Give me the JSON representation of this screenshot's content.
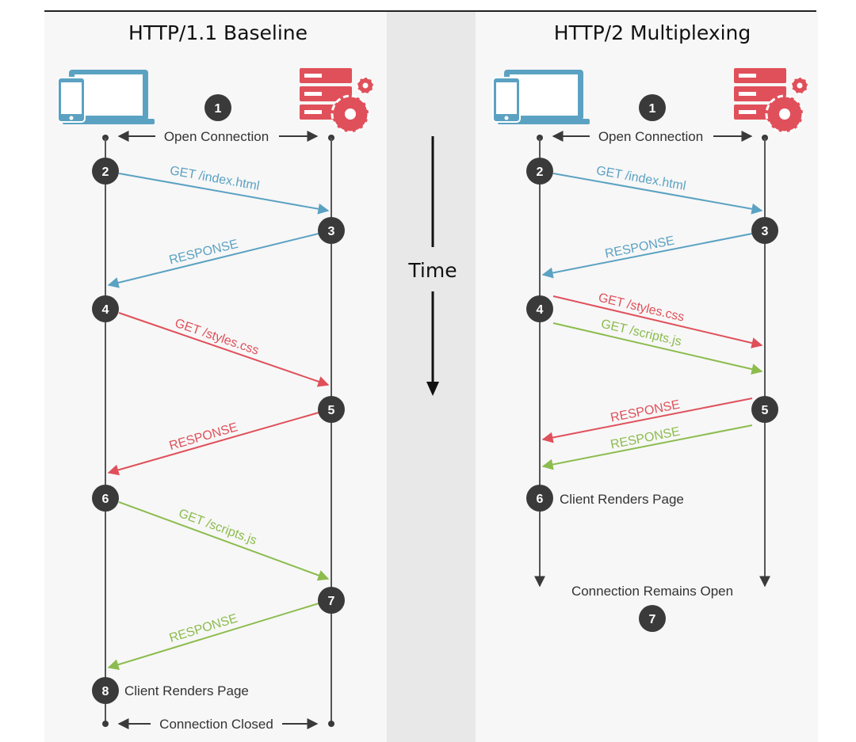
{
  "colors": {
    "blue": "#5ba2c2",
    "red": "#e0505a",
    "green": "#8cbc4e",
    "dark": "#3a3a3a",
    "panel": "#f7f7f7",
    "middle": "#e8e8e8",
    "device": "#5ba2c2",
    "server": "#e0505a"
  },
  "time_label": "Time",
  "panels": [
    {
      "title": "HTTP/1.1 Baseline",
      "client_icon": "laptop-phone-icon",
      "server_icon": "server-gear-icon",
      "open_label": "Open Connection",
      "end_label": "Connection Closed",
      "steps": [
        {
          "n": "1",
          "side": "top"
        },
        {
          "n": "2",
          "side": "client"
        },
        {
          "n": "3",
          "side": "server"
        },
        {
          "n": "4",
          "side": "client"
        },
        {
          "n": "5",
          "side": "server"
        },
        {
          "n": "6",
          "side": "client"
        },
        {
          "n": "7",
          "side": "server"
        },
        {
          "n": "8",
          "side": "client",
          "note": "Client Renders Page"
        }
      ],
      "messages": [
        {
          "text": "GET /index.html",
          "color": "blue",
          "dir": "request"
        },
        {
          "text": "RESPONSE",
          "color": "blue",
          "dir": "response"
        },
        {
          "text": "GET /styles.css",
          "color": "red",
          "dir": "request"
        },
        {
          "text": "RESPONSE",
          "color": "red",
          "dir": "response"
        },
        {
          "text": "GET /scripts.js",
          "color": "green",
          "dir": "request"
        },
        {
          "text": "RESPONSE",
          "color": "green",
          "dir": "response"
        }
      ]
    },
    {
      "title": "HTTP/2 Multiplexing",
      "client_icon": "laptop-phone-icon",
      "server_icon": "server-gear-icon",
      "open_label": "Open Connection",
      "end_label": "Connection Remains Open",
      "steps": [
        {
          "n": "1",
          "side": "top"
        },
        {
          "n": "2",
          "side": "client"
        },
        {
          "n": "3",
          "side": "server"
        },
        {
          "n": "4",
          "side": "client"
        },
        {
          "n": "5",
          "side": "server"
        },
        {
          "n": "6",
          "side": "client",
          "note": "Client Renders Page"
        },
        {
          "n": "7",
          "side": "bottom"
        }
      ],
      "messages": [
        {
          "text": "GET /index.html",
          "color": "blue",
          "dir": "request"
        },
        {
          "text": "RESPONSE",
          "color": "blue",
          "dir": "response"
        },
        {
          "text": "GET /styles.css",
          "color": "red",
          "dir": "request"
        },
        {
          "text": "GET /scripts.js",
          "color": "green",
          "dir": "request"
        },
        {
          "text": "RESPONSE",
          "color": "red",
          "dir": "response"
        },
        {
          "text": "RESPONSE",
          "color": "green",
          "dir": "response"
        }
      ]
    }
  ]
}
